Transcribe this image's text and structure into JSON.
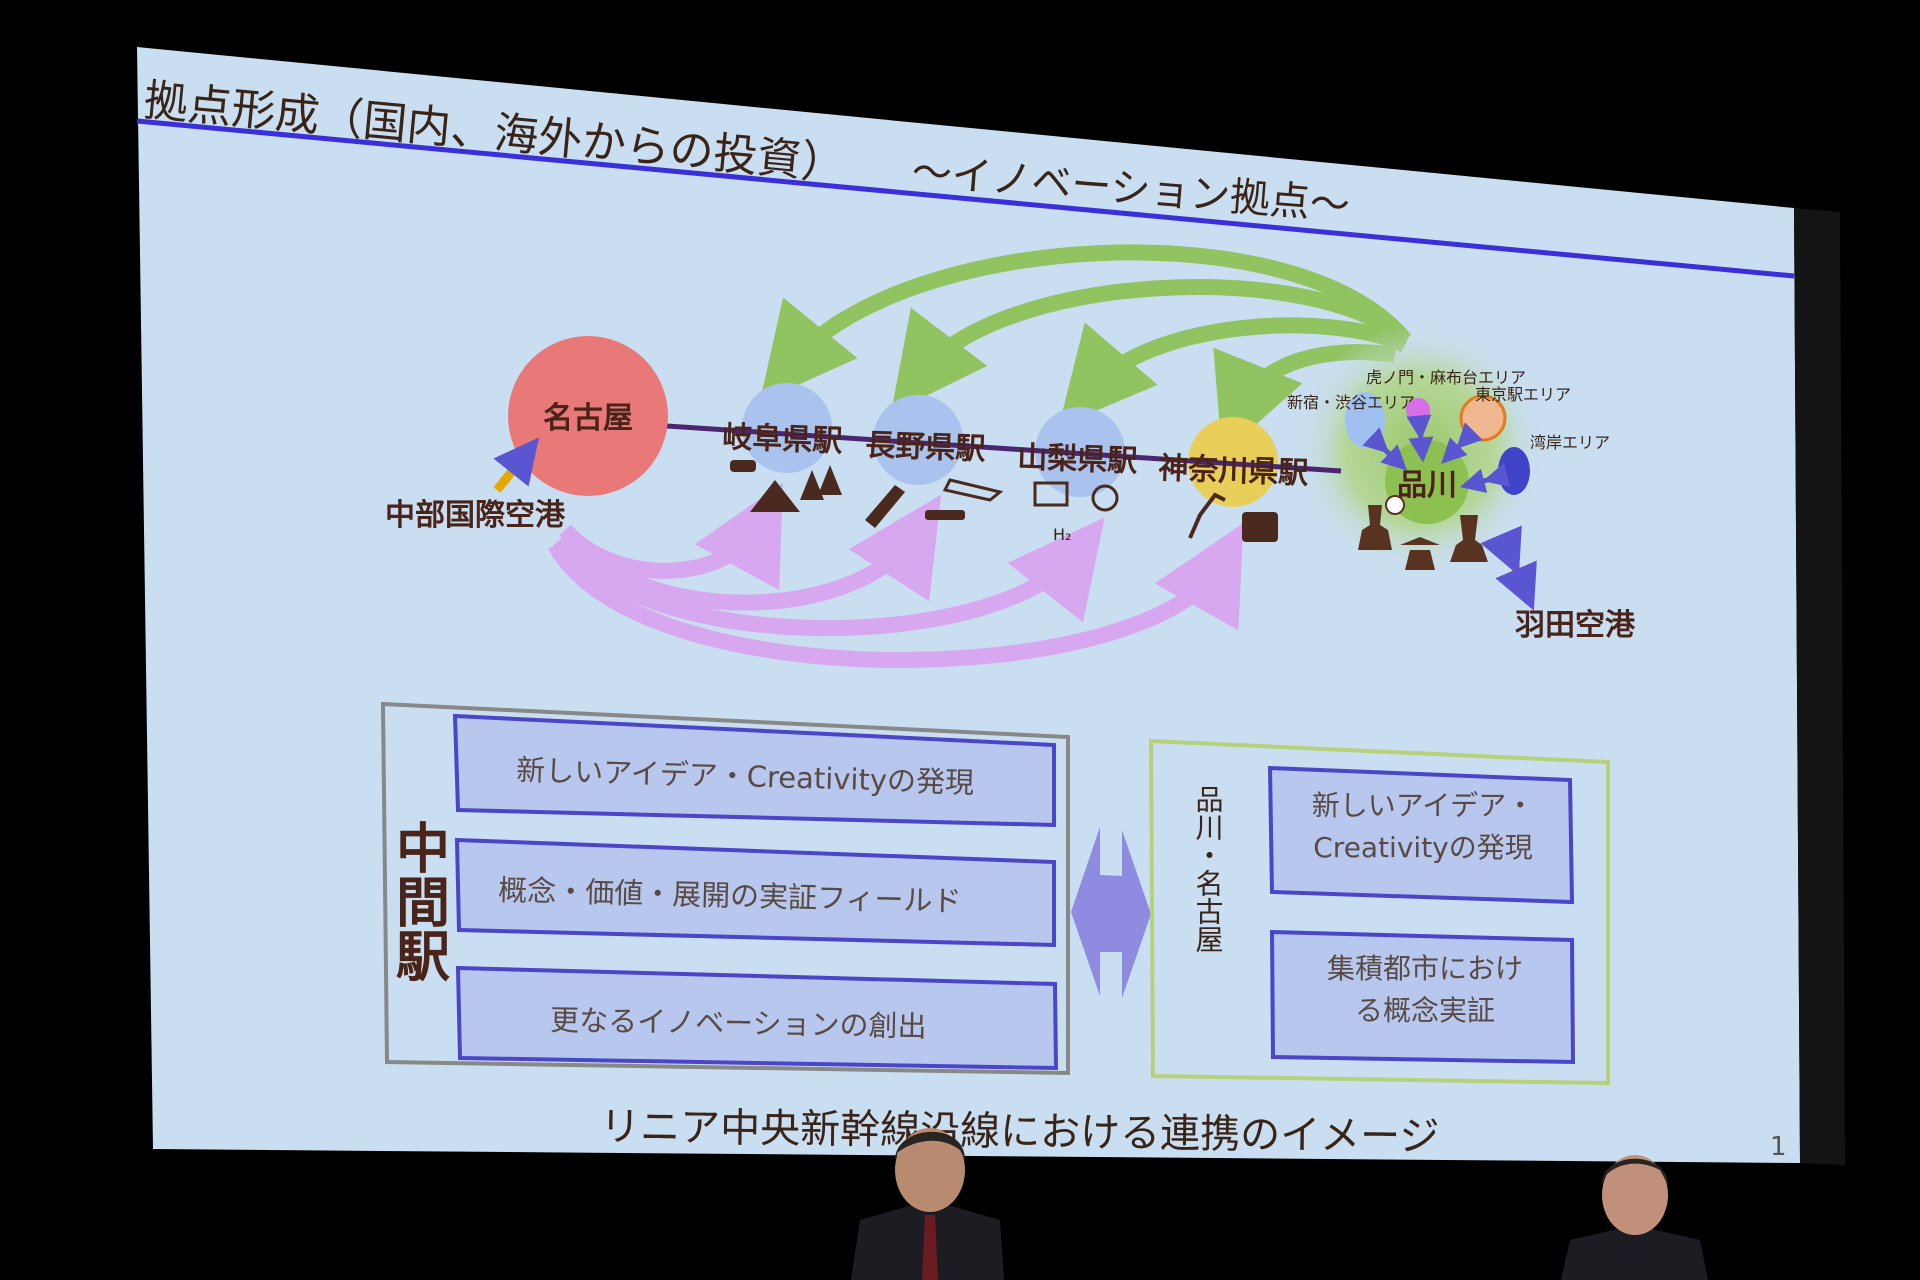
{
  "slide": {
    "title": "拠点形成（国内、海外からの投資）",
    "subtitle": "～イノベーション拠点～",
    "caption": "リニア中央新幹線沿線における連携のイメージ",
    "page_number": "1",
    "colors": {
      "background": "#c9def0",
      "title_rule": "#3a2fd8",
      "green_arrow": "#8cc152",
      "purple_arrow": "#d9a3f0",
      "box_fill": "#b7c7ee",
      "box_border": "#4b45c8"
    }
  },
  "diagram": {
    "nagoya": "名古屋",
    "chubu_airport": "中部国際空港",
    "stations": [
      "岐阜県駅",
      "長野県駅",
      "山梨県駅",
      "神奈川県駅"
    ],
    "shinagawa": "品川",
    "haneda_airport": "羽田空港",
    "areas": [
      "虎ノ門・麻布台エリア",
      "新宿・渋谷エリア",
      "東京駅エリア",
      "湾岸エリア"
    ],
    "h2_label": "H₂",
    "icons": [
      "car-icon",
      "mountain-icon",
      "tree-icon",
      "rocket-icon",
      "airplane-icon",
      "drone-icon",
      "solar-panel-icon",
      "scientist-icon",
      "robot-arm-icon",
      "robot-icon",
      "businessman-icon",
      "graduate-icon",
      "professor-icon",
      "speech-bubble-icon"
    ]
  },
  "intermediate": {
    "label": "中間駅",
    "items": [
      "新しいアイデア・Creativityの発現",
      "概念・価値・展開の実証フィールド",
      "更なるイノベーションの創出"
    ]
  },
  "shinagawa_nagoya": {
    "label": "品川・名古屋",
    "items": [
      "新しいアイデア・Creativityの発現",
      "集積都市における概念実証"
    ]
  }
}
